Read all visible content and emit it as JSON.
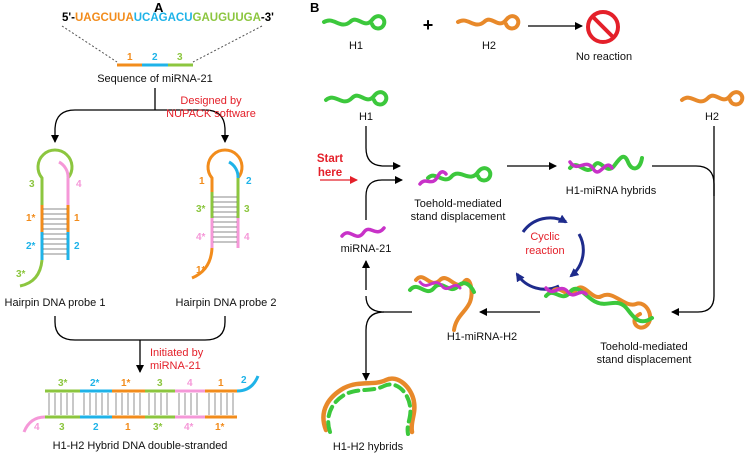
{
  "panel_a": {
    "letter": "A",
    "seq_prefix": "5'-",
    "seq_part1": "UAGCUUA",
    "seq_part2": "UCAGACU",
    "seq_part3": "GAUGUUGA",
    "seq_suffix": "-3'",
    "seq_caption": "Sequence of miRNA-21",
    "design_line1": "Designed by",
    "design_line2": "NUPACK software",
    "probe1_label": "Hairpin DNA probe 1",
    "probe2_label": "Hairpin DNA probe 2",
    "initiated_line1": "Initiated by",
    "initiated_line2": "miRNA-21",
    "duplex_label": "H1-H2 Hybrid DNA double-stranded",
    "segments": {
      "s1": "1",
      "s2": "2",
      "s3": "3",
      "s4": "4",
      "s1s": "1*",
      "s2s": "2*",
      "s3s": "3*",
      "s4s": "4*"
    }
  },
  "panel_b": {
    "letter": "B",
    "h1": "H1",
    "h2": "H2",
    "plus": "+",
    "no_reaction": "No reaction",
    "start_line1": "Start",
    "start_line2": "here",
    "toehold1_line1": "Toehold-mediated",
    "toehold1_line2": "stand displacement",
    "h1_mirna": "H1-miRNA hybrids",
    "mirna21": "miRNA-21",
    "cyclic_line1": "Cyclic",
    "cyclic_line2": "reaction",
    "h1_mirna_h2": "H1-miRNA-H2",
    "toehold2_line1": "Toehold-mediated",
    "toehold2_line2": "stand displacement",
    "h1h2": "H1-H2 hybrids"
  },
  "colors": {
    "orange": "#f28c1c",
    "blue": "#1fb3e8",
    "green": "#8cc63f",
    "pink": "#f598d8",
    "red": "#e4202a",
    "h1_green": "#3cc83c",
    "h2_orange": "#e8892a",
    "mirna_magenta": "#c832c8",
    "cyclic_blue": "#1e2b8c"
  }
}
